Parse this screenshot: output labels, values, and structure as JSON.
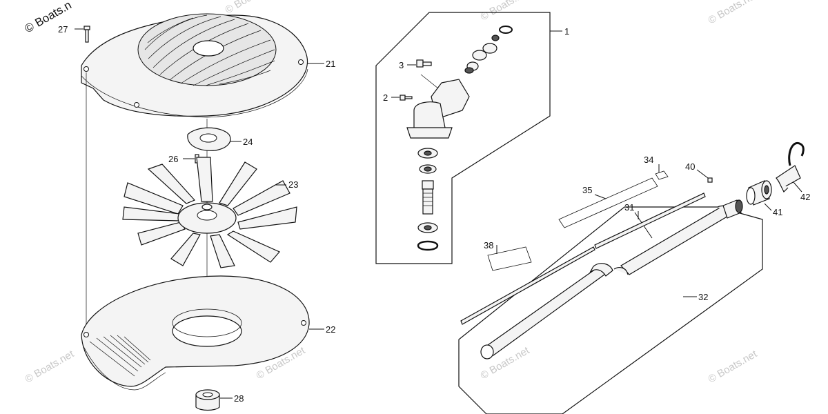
{
  "watermark": {
    "main": "© Boats.n",
    "text": "© Boats.net"
  },
  "callouts": {
    "c1": "1",
    "c2": "2",
    "c3": "3",
    "c21": "21",
    "c22": "22",
    "c23": "23",
    "c24": "24",
    "c26": "26",
    "c27": "27",
    "c28": "28",
    "c31": "31",
    "c32": "32",
    "c34": "34",
    "c35": "35",
    "c38": "38",
    "c40": "40",
    "c41": "41",
    "c42": "42"
  }
}
